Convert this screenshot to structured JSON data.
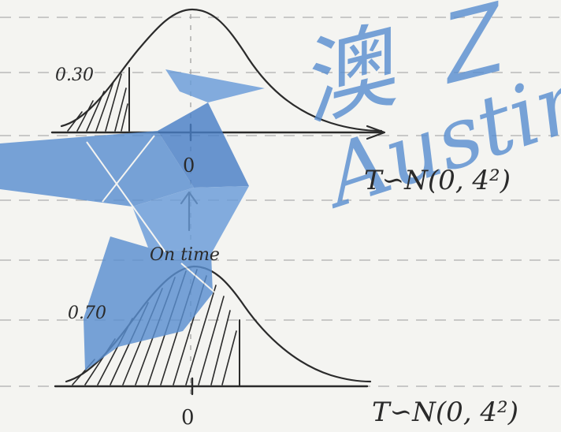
{
  "top_graph": {
    "tail_probability": "0.30",
    "mean_label": "0",
    "distribution_label": "T∽N(0, 4²)"
  },
  "middle": {
    "annotation": "On time"
  },
  "bottom_graph": {
    "left_probability": "0.70",
    "mean_label": "0",
    "distribution_label": "T∽N(0, 4²)"
  },
  "watermark": {
    "chinese": "澳 Ｚ",
    "latin": "Austin",
    "color": "#5b8fd0"
  }
}
